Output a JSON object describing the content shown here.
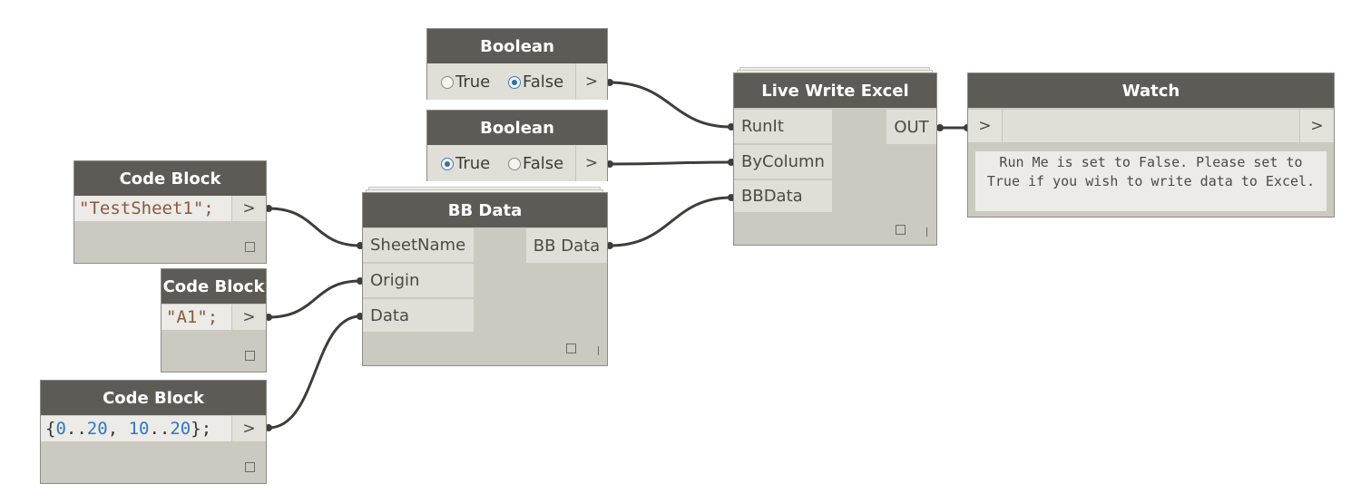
{
  "nodes": {
    "boolean_1": {
      "title": "Boolean",
      "true_label": "True",
      "false_label": "False",
      "selected": "False",
      "out_arrow": ">"
    },
    "boolean_2": {
      "title": "Boolean",
      "true_label": "True",
      "false_label": "False",
      "selected": "True",
      "out_arrow": ">"
    },
    "code_block_1": {
      "title": "Code Block",
      "code": "\"TestSheet1\";",
      "out_arrow": ">"
    },
    "code_block_2": {
      "title": "Code Block",
      "code": "\"A1\";",
      "out_arrow": ">"
    },
    "code_block_3": {
      "title": "Code Block",
      "code_parts": [
        "{",
        "0",
        "..",
        "20",
        ", ",
        "10",
        "..",
        "20",
        "};"
      ],
      "out_arrow": ">"
    },
    "bb_data": {
      "title": "BB Data",
      "inputs": [
        "SheetName",
        "Origin",
        "Data"
      ],
      "output": "BB Data"
    },
    "live_write_excel": {
      "title": "Live Write Excel",
      "inputs": [
        "RunIt",
        "ByColumn",
        "BBData"
      ],
      "output": "OUT"
    },
    "watch": {
      "title": "Watch",
      "in_arrow": ">",
      "out_arrow": ">",
      "value": "Run Me is set to False. Please set to True if you wish to write data to Excel."
    }
  },
  "colors": {
    "header": "#5e5b56",
    "node_body": "#ccc9c1",
    "port": "#e1ded8",
    "wire": "#3f3d3a",
    "code_string": "#8a5a3c",
    "code_number": "#2f78c4"
  },
  "connections": [
    [
      "boolean_1.out",
      "live_write_excel.RunIt"
    ],
    [
      "boolean_2.out",
      "live_write_excel.ByColumn"
    ],
    [
      "code_block_1.out",
      "bb_data.SheetName"
    ],
    [
      "code_block_2.out",
      "bb_data.Origin"
    ],
    [
      "code_block_3.out",
      "bb_data.Data"
    ],
    [
      "bb_data.BB Data",
      "live_write_excel.BBData"
    ],
    [
      "live_write_excel.OUT",
      "watch.in"
    ]
  ]
}
